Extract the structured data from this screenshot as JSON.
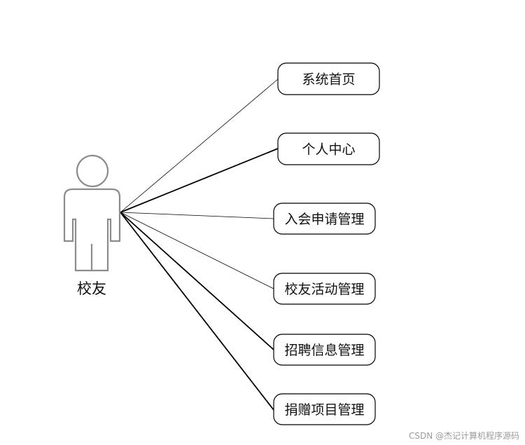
{
  "actor": {
    "label": "校友"
  },
  "use_cases": [
    {
      "label": "系统首页"
    },
    {
      "label": "个人中心"
    },
    {
      "label": "入会申请管理"
    },
    {
      "label": "校友活动管理"
    },
    {
      "label": "招聘信息管理"
    },
    {
      "label": "捐赠项目管理"
    }
  ],
  "watermark": {
    "text": "CSDN @杰记计算机程序源码"
  }
}
